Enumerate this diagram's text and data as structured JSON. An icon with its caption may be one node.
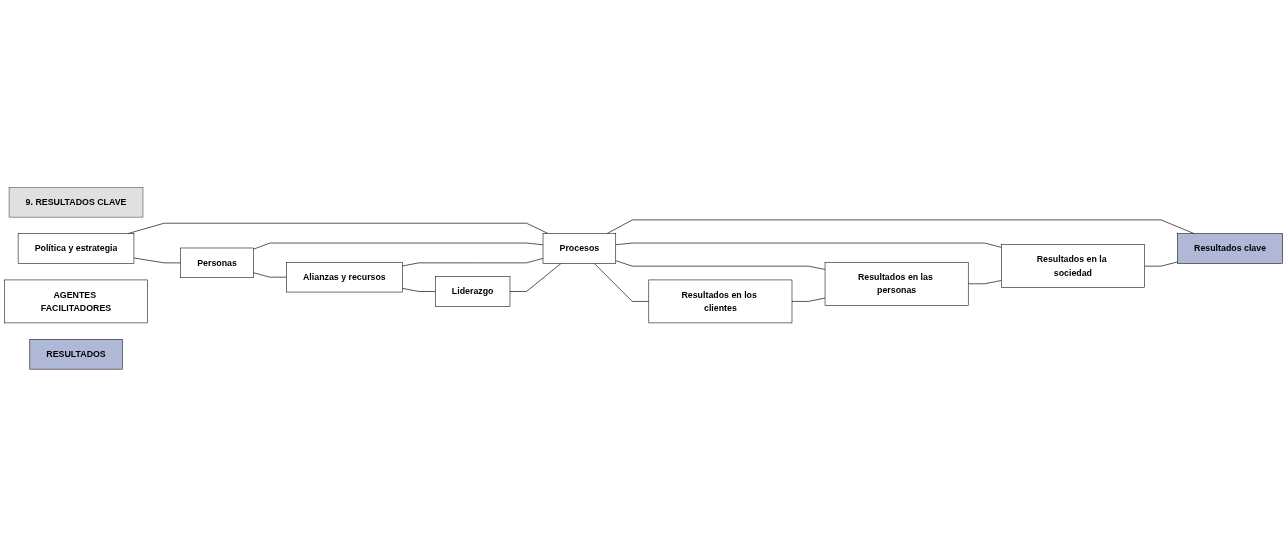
{
  "diagram": {
    "nodes": [
      {
        "text": [
          "9. RESULTADOS CLAVE"
        ]
      },
      {
        "text": [
          "Política y estrategia"
        ]
      },
      {
        "text": [
          "Personas"
        ]
      },
      {
        "text": [
          "Alianzas y recursos"
        ]
      },
      {
        "text": [
          "Liderazgo"
        ]
      },
      {
        "text": [
          "Procesos"
        ]
      },
      {
        "text": [
          "Resultados en los clientes"
        ]
      },
      {
        "text": [
          "Resultados en las personas"
        ]
      },
      {
        "text": [
          "Resultados en la sociedad"
        ]
      },
      {
        "text": [
          "Resultados clave"
        ]
      },
      {
        "text": [
          "AGENTES FACILITADORES"
        ]
      },
      {
        "text": [
          "RESULTADOS"
        ]
      }
    ],
    "edges": [
      {
        "from": 1,
        "to": 5,
        "arrow": "none"
      },
      {
        "from": 2,
        "to": 5,
        "arrow": "none"
      },
      {
        "from": 3,
        "to": 5,
        "arrow": "none"
      },
      {
        "from": 4,
        "to": 5,
        "arrow": "none"
      },
      {
        "from": 1,
        "to": 2,
        "arrow": "none"
      },
      {
        "from": 2,
        "to": 3,
        "arrow": "none"
      },
      {
        "from": 3,
        "to": 4,
        "arrow": "none"
      },
      {
        "from": 5,
        "to": 6,
        "arrow": "none"
      },
      {
        "from": 5,
        "to": 7,
        "arrow": "none"
      },
      {
        "from": 5,
        "to": 8,
        "arrow": "none"
      },
      {
        "from": 5,
        "to": 9,
        "arrow": "none"
      },
      {
        "from": 6,
        "to": 7,
        "arrow": "none"
      },
      {
        "from": 7,
        "to": 8,
        "arrow": "none"
      },
      {
        "from": 8,
        "to": 9,
        "arrow": "none"
      }
    ]
  }
}
